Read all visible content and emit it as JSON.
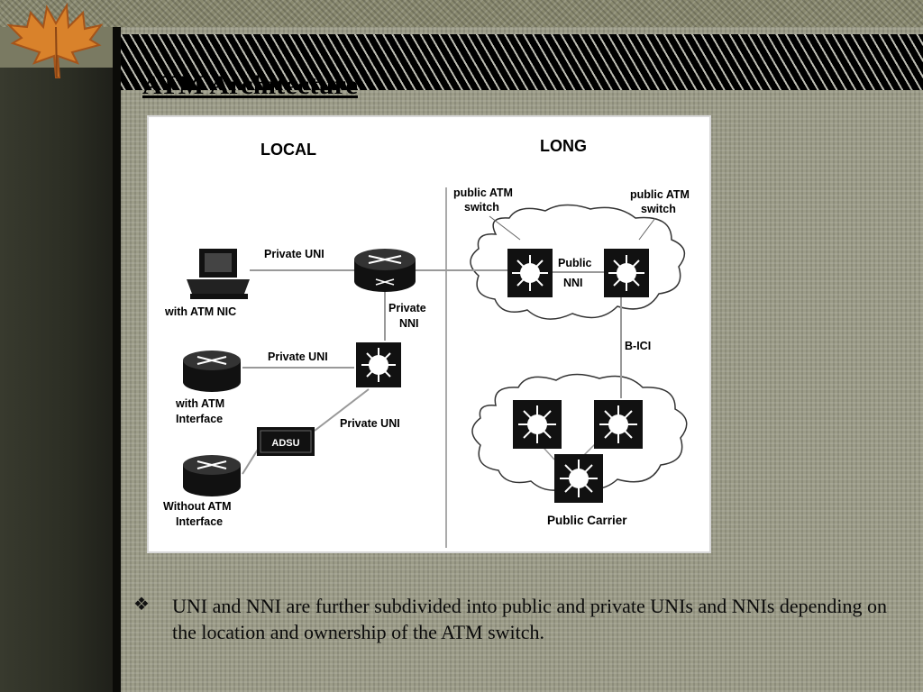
{
  "slide": {
    "title": "ATM Architecture",
    "bullet_glyph": "❖",
    "bullet_text": "UNI and NNI are further subdivided into public and private UNIs and NNIs depending on the location and ownership of the ATM switch."
  },
  "diagram": {
    "headers": {
      "local": "LOCAL",
      "long": "LONG"
    },
    "labels": {
      "public_atm_switch_1a": "public ATM",
      "public_atm_switch_1b": "switch",
      "public_atm_switch_2a": "public ATM",
      "public_atm_switch_2b": "switch",
      "private_uni_1": "Private UNI",
      "private_uni_2": "Private UNI",
      "private_uni_3": "Private UNI",
      "private_nni_a": "Private",
      "private_nni_b": "NNI",
      "public_nni_a": "Public",
      "public_nni_b": "NNI",
      "b_ici": "B-ICI",
      "with_atm_nic": "with ATM NIC",
      "with_atm_interface_a": "with ATM",
      "with_atm_interface_b": "Interface",
      "without_atm_interface_a": "Without ATM",
      "without_atm_interface_b": "Interface",
      "adsu": "ADSU",
      "public_carrier": "Public Carrier"
    }
  },
  "colors": {
    "accent": "#000000",
    "slide_bg": "#9c9c88",
    "leaf": "#d9822b"
  },
  "icons": {
    "leaf": "maple-leaf-icon",
    "bullet": "diamond-bullet-icon"
  }
}
